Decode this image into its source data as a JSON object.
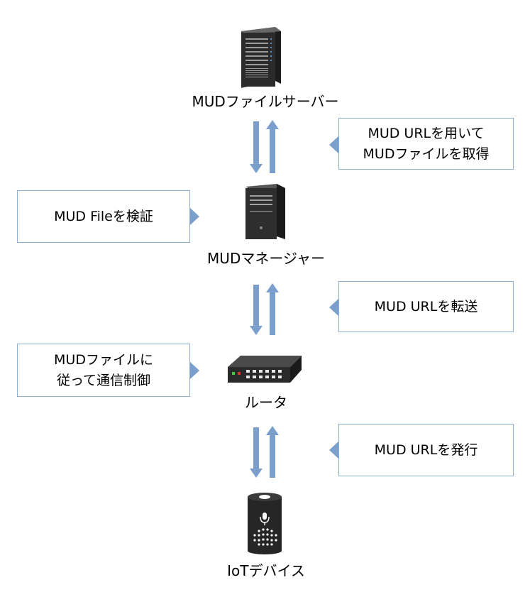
{
  "nodes": {
    "mud_file_server": "MUDファイルサーバー",
    "mud_manager": "MUDマネージャー",
    "router": "ルータ",
    "iot_device": "IoTデバイス"
  },
  "callouts": {
    "retrieve_file": [
      "MUD URLを用いて",
      "MUDファイルを取得"
    ],
    "verify_file": "MUD Fileを検証",
    "transfer_url": "MUD URLを転送",
    "control_traffic": [
      "MUDファイルに",
      "従って通信制御"
    ],
    "issue_url": "MUD URLを発行"
  },
  "colors": {
    "arrow": "#7b9fcc",
    "callout_border": "#8ab0d8",
    "device_dark": "#2a2a2a"
  },
  "icons": {
    "server": "rack-server-icon",
    "manager": "tower-server-icon",
    "router": "network-switch-icon",
    "iot": "smart-speaker-icon"
  }
}
